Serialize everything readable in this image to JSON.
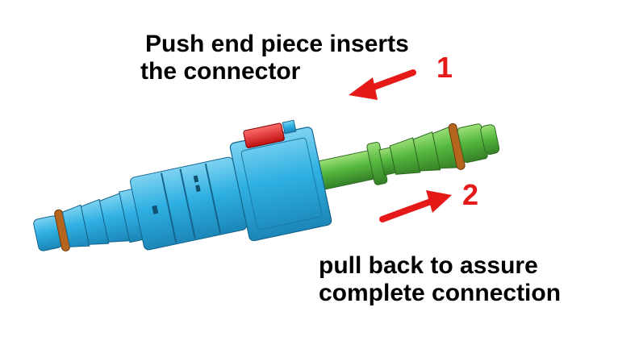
{
  "annotations": {
    "step1": {
      "number": "1",
      "caption_line1": "Push end piece inserts",
      "caption_line2": "the connector"
    },
    "step2": {
      "number": "2",
      "caption_line1": "pull back to assure",
      "caption_line2": "complete connection"
    }
  },
  "colors": {
    "connector_body": "#29a8dc",
    "end_piece": "#4cae3c",
    "o_ring": "#b5651d",
    "latch": "#e02020",
    "arrow": "#e61919",
    "text": "#000000"
  },
  "icons": {
    "connector": "quick-connector-illustration",
    "arrow_1": "push-arrow",
    "arrow_2": "pull-arrow"
  }
}
